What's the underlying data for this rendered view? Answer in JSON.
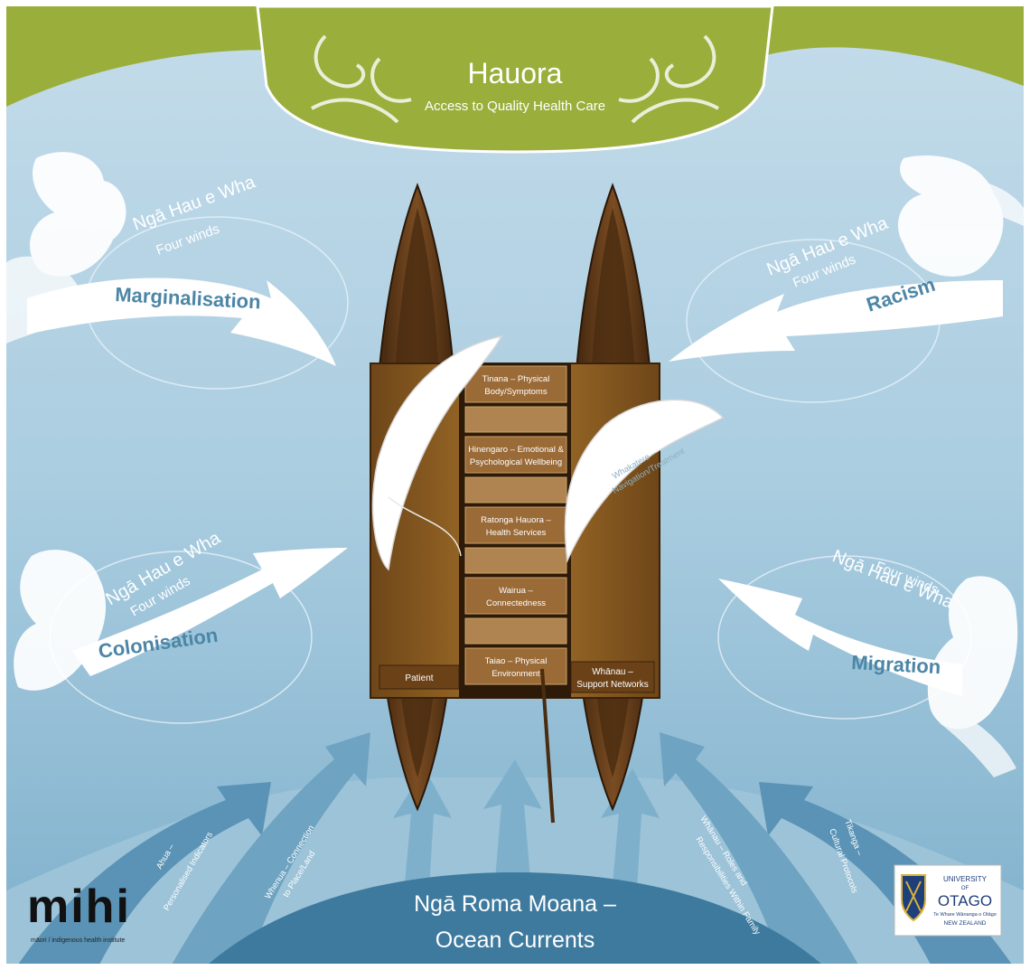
{
  "header": {
    "title": "Hauora",
    "subtitle": "Access to Quality Health Care"
  },
  "winds": {
    "heading": "Ngā Hau e Wha",
    "subheading": "Four winds",
    "items": [
      {
        "label": "Marginalisation"
      },
      {
        "label": "Racism"
      },
      {
        "label": "Colonisation"
      },
      {
        "label": "Migration"
      }
    ]
  },
  "canoe": {
    "planks": [
      {
        "line1": "Tinana – Physical",
        "line2": "Body/Symptoms"
      },
      {
        "line1": "Hinengaro – Emotional &",
        "line2": "Psychological Wellbeing"
      },
      {
        "line1": "Ratonga Hauora –",
        "line2": "Health Services"
      },
      {
        "line1": "Wairua –",
        "line2": "Connectedness"
      },
      {
        "line1": "Taiao – Physical",
        "line2": "Environment"
      }
    ],
    "left_hull": "Patient",
    "right_hull_line1": "Whānau –",
    "right_hull_line2": "Support Networks",
    "sail_line1": "Whakatere –",
    "sail_line2": "Navigation/Treatment"
  },
  "currents": {
    "title_line1": "Ngā Roma Moana –",
    "title_line2": "Ocean Currents",
    "items": [
      {
        "line1": "Ahua –",
        "line2": "Personalised Indicators"
      },
      {
        "line1": "Whenua – Connection",
        "line2": "to Place/Land"
      },
      {
        "line1": "Whānau – Roles and",
        "line2": "Responsibilities Within Family"
      },
      {
        "line1": "Tikanga –",
        "line2": "Cultural Protocols"
      }
    ]
  },
  "logos": {
    "mihi_word": "mihi",
    "mihi_caption": "māori / indigenous health institute",
    "otago_line1": "UNIVERSITY",
    "otago_line2": "OF",
    "otago_name": "OTAGO",
    "otago_maori": "Te Whare Wānanga o Otāgo",
    "otago_country": "NEW ZEALAND"
  },
  "colors": {
    "sea_light": "#b4d3e4",
    "sea_mid": "#8cb9d2",
    "sea_dark": "#3e7a9e",
    "green": "#9aae3c",
    "wood": "#5a3718",
    "plank": "#9a6a37"
  }
}
